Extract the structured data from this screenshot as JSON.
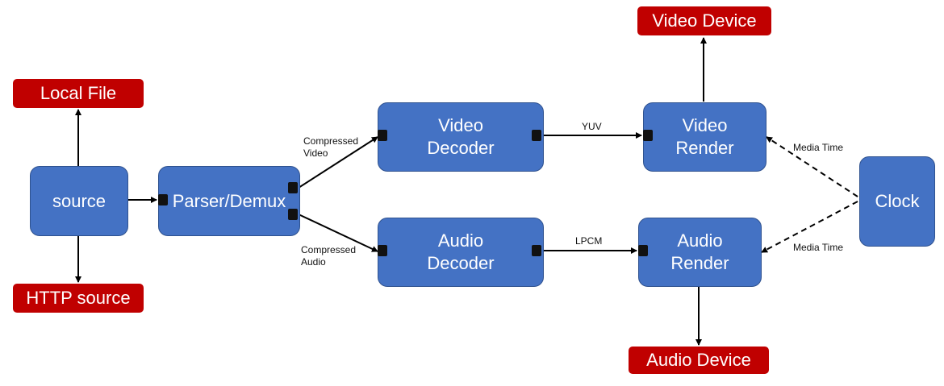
{
  "nodes": {
    "local_file": "Local File",
    "http_source": "HTTP source",
    "source": "source",
    "parser": "Parser/Demux",
    "video_decoder": [
      "Video",
      "Decoder"
    ],
    "audio_decoder": [
      "Audio",
      "Decoder"
    ],
    "video_render": [
      "Video",
      "Render"
    ],
    "audio_render": [
      "Audio",
      "Render"
    ],
    "video_device": "Video Device",
    "audio_device": "Audio Device",
    "clock": "Clock"
  },
  "edge_labels": {
    "compressed_video": [
      "Compressed",
      "Video"
    ],
    "compressed_audio": [
      "Compressed",
      "Audio"
    ],
    "yuv": "YUV",
    "lpcm": "LPCM",
    "media_time_video": "Media Time",
    "media_time_audio": "Media Time"
  },
  "colors": {
    "process_node": "#4472C4",
    "endpoint_node": "#C00000"
  }
}
